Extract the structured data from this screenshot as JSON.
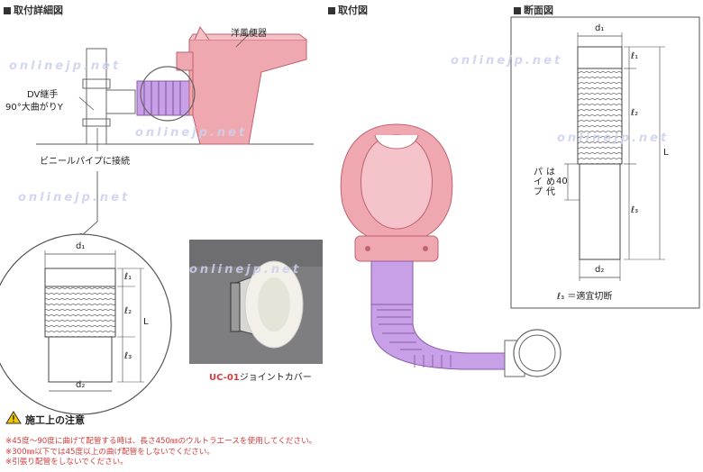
{
  "sections": {
    "detail_title": "取付詳細図",
    "install_title": "取付図",
    "section_title": "断面図"
  },
  "detail": {
    "toilet_label": "洋風便器",
    "dv_label_1": "DV継手",
    "dv_label_2": "90°大曲がりY",
    "vinyl_label": "ビニールパイプに接続"
  },
  "dimensions": {
    "d1": "d₁",
    "d2": "d₂",
    "l1": "ℓ₁",
    "l2": "ℓ₂",
    "l3": "ℓ₃",
    "L": "L",
    "insertion_1": "パイプ",
    "insertion_2": "はめ代",
    "insertion_3": "40",
    "l3_note": "ℓ₃ ＝適宜切断"
  },
  "product": {
    "code": "UC-01",
    "name": "ジョイントカバー"
  },
  "watermark": "onlinejp.net",
  "caution": {
    "title": "施工上の注意",
    "notes": [
      "※45度～90度に曲げて配管する時は、長さ450㎜のウルトラエースを使用してください。",
      "※300㎜以下では45度以上の曲げ配管をしないでください。",
      "※引張り配管をしないでください。"
    ]
  },
  "colors": {
    "toilet_pink": "#f0a8b0",
    "pipe_purple": "#c8a0e8",
    "note_red": "#d23b3b"
  }
}
